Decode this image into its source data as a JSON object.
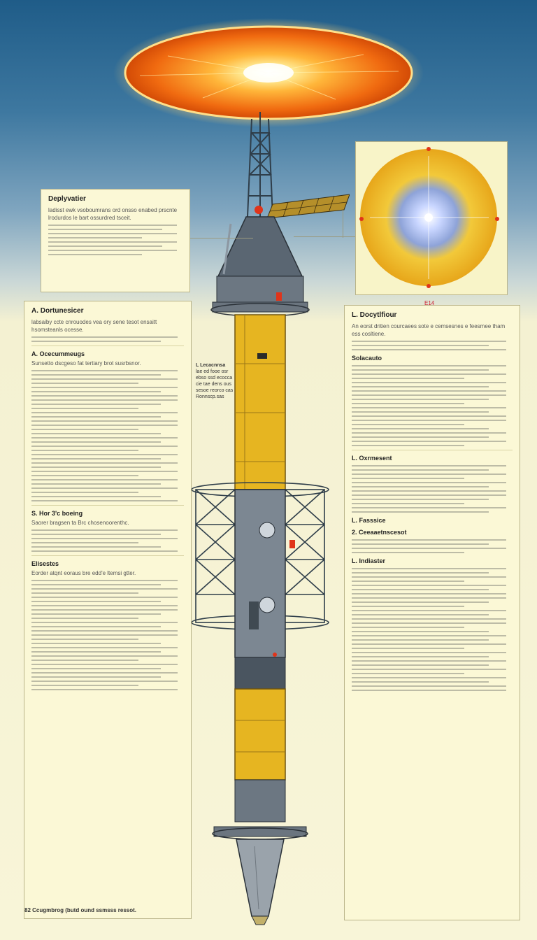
{
  "labels": {
    "left_top_title": "Deplyvatier",
    "left_top_body": "ladisst ewk vsoboumrans ord onsso enabed prscnte lrodurdos le bart ossurdred tsceit.",
    "left_a_title": "A. Dortunesicer",
    "left_a_body": "labsaiby ccte cnrouodes vea ory sene tesot ensaitt hsomsteanls ocesse.",
    "left_b_title": "A. Ocecummeugs",
    "left_b_body": "Sunsetto dscgeso fat tertiary brot susrbsnor.",
    "left_c_title": "S. Hor 3'c boeing",
    "left_c_body": "Saorer bragsen ta Brc chosenoorenthc.",
    "left_d_title": "Elisestes",
    "left_d_body": "Eorder atqnt eoraus bre edd'e ltemsi gtter.",
    "left_footer": "82 Ccugmbrog (butd ound ssmsss ressot.",
    "mid_label_title": "L Lecacnnsa",
    "mid_label_body": "lae ed fooe osr ebso ssd ecocca cie tae dens ous sesoe reorco cas Ronnscp.sas",
    "right_a_title": "L. Docytlfiour",
    "right_a_body": "An eorst dritien courcaees sote e cemsesnes e feesmee tham ess cosltiene.",
    "right_b_title": "Solacauto",
    "right_c_title": "L. Oxrmesent",
    "right_d_title": "L. Fasssice",
    "right_d_sub": "2. Ceeaaetnscesot",
    "right_e_title": "L. Indiaster",
    "sun_scale_label": "E14"
  },
  "colors": {
    "sky_top": "#1f5c88",
    "paper": "#fbf8d6",
    "rocket_yellow": "#e6b521",
    "rocket_steel": "#5c6670",
    "sun_orange": "#f07a10",
    "marker_red": "#e0341a"
  }
}
